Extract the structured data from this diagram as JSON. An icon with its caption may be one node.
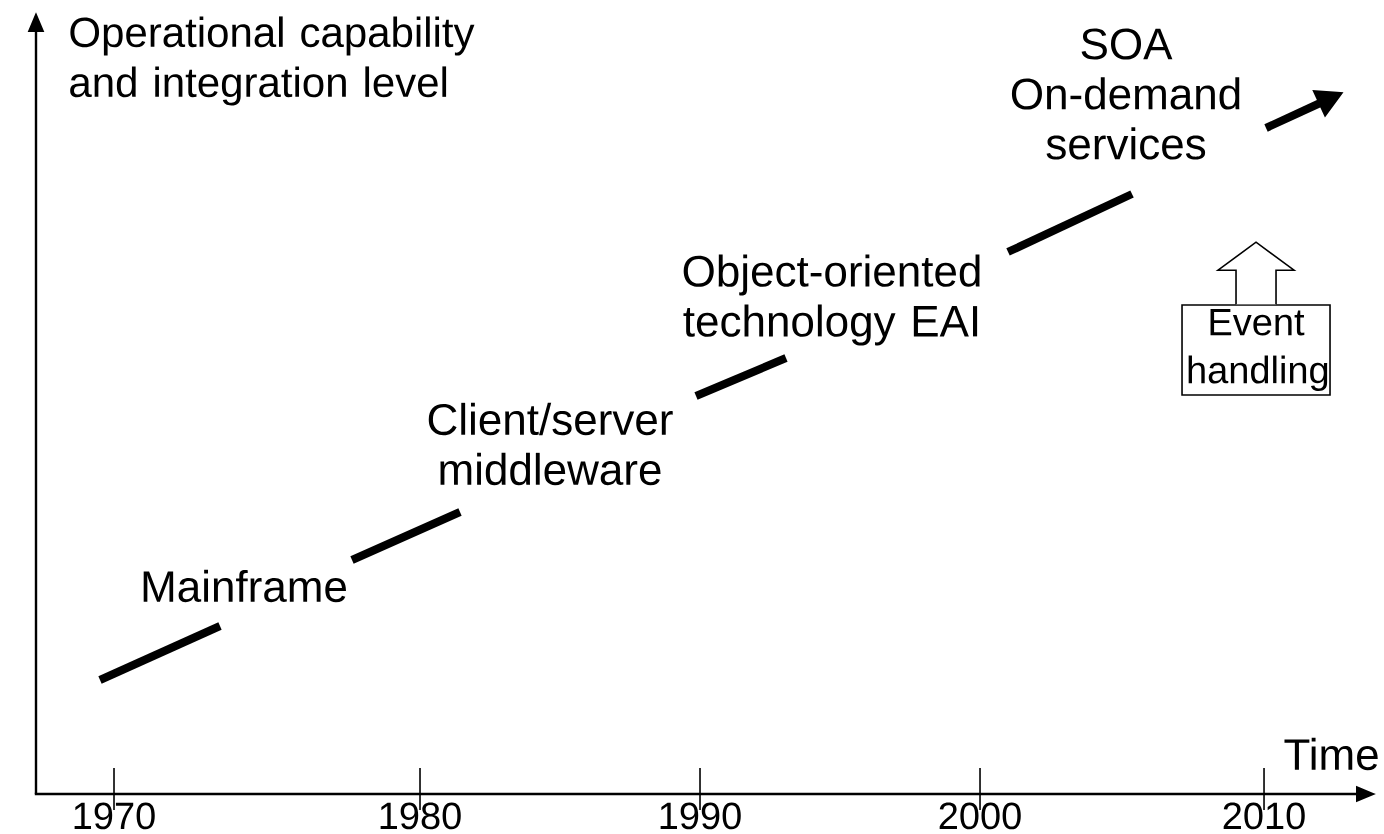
{
  "diagram": {
    "nodes": [
      {
        "text": [
          "Mainframe"
        ]
      },
      {
        "text": [
          "Client/server middleware"
        ]
      },
      {
        "text": [
          "Object-oriented technology EAI"
        ]
      },
      {
        "text": [
          "SOA On-demand services"
        ]
      },
      {
        "text": [
          "Event handling"
        ]
      }
    ],
    "edges": [
      {
        "from": null,
        "to": 0,
        "arrow": "none"
      },
      {
        "from": 0,
        "to": 1,
        "arrow": "none"
      },
      {
        "from": 1,
        "to": 2,
        "arrow": "none"
      },
      {
        "from": 2,
        "to": 3,
        "arrow": "none"
      },
      {
        "from": 3,
        "to": null,
        "arrow": "to"
      },
      {
        "from": 4,
        "to": null,
        "arrow": "to"
      }
    ],
    "labels": [
      "Operational capability and integration level",
      "Time",
      "1970",
      "1980",
      "1990",
      "2000",
      "2010"
    ]
  }
}
